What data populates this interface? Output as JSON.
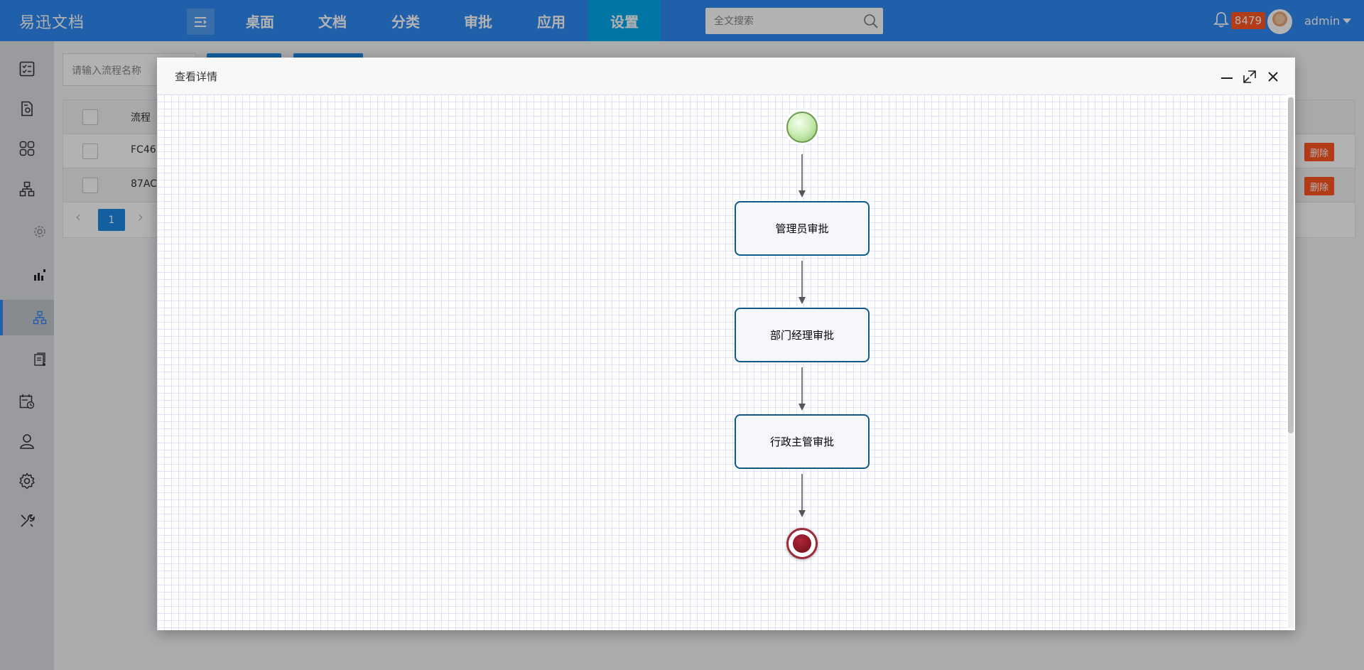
{
  "app": {
    "title": "易迅文档"
  },
  "nav": {
    "items": [
      {
        "label": "桌面"
      },
      {
        "label": "文档"
      },
      {
        "label": "分类"
      },
      {
        "label": "审批"
      },
      {
        "label": "应用"
      },
      {
        "label": "设置",
        "active": true
      }
    ]
  },
  "search": {
    "placeholder": "全文搜索"
  },
  "header": {
    "notification_count": "8479",
    "username": "admin"
  },
  "sidebar": {
    "icons": [
      "checklist-icon",
      "doc-settings-icon",
      "apps-grid-icon",
      "org-chart-icon",
      "gear-icon",
      "bar-chart-icon",
      "workflow-icon",
      "document-list-icon",
      "calendar-clock-icon",
      "user-icon",
      "settings-icon",
      "tools-icon"
    ],
    "active_index": 6
  },
  "list": {
    "search_placeholder": "请输入流程名称",
    "column_header": "流程",
    "rows": [
      {
        "id": "FC46",
        "delete_label": "删除"
      },
      {
        "id": "87AC",
        "delete_label": "删除"
      }
    ],
    "current_page": "1"
  },
  "modal": {
    "title": "查看详情",
    "workflow": {
      "tasks": [
        "管理员审批",
        "部门经理审批",
        "行政主管审批"
      ]
    }
  },
  "colors": {
    "topbar": "#2f89f3",
    "nav_active": "#02a8ea",
    "badge": "#ff5722",
    "task_border": "#105a8a",
    "end_event": "#9c2b39"
  }
}
